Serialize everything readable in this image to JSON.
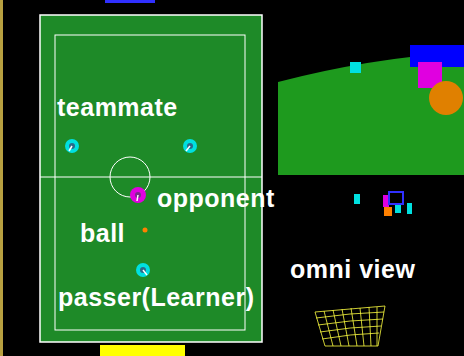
{
  "diagram": {
    "labels": [
      "teammate",
      "opponent",
      "ball",
      "passer(Learner)",
      "omni view"
    ]
  }
}
